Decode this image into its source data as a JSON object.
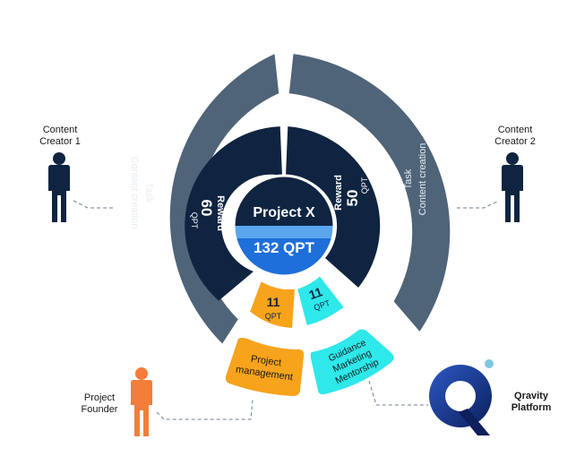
{
  "center": {
    "title": "Project X",
    "amount": "132 QPT"
  },
  "rewards": [
    {
      "label": "Reward",
      "amount": "60",
      "unit": "QPT"
    },
    {
      "label": "Reward",
      "amount": "50",
      "unit": "QPT"
    }
  ],
  "tasks": [
    {
      "label": "Task",
      "sub": "Content creation"
    },
    {
      "label": "Task",
      "sub": "Content creation"
    }
  ],
  "small_rewards": [
    {
      "amount": "11",
      "unit": "QPT"
    },
    {
      "amount": "11",
      "unit": "QPT"
    }
  ],
  "roles": {
    "project_management": [
      "Project",
      "management"
    ],
    "platform_services": [
      "Guidance",
      "Marketing",
      "Mentorship"
    ]
  },
  "actors": {
    "creator1": "Content\nCreator 1",
    "creator2": "Content\nCreator 2",
    "founder": "Project\nFounder",
    "platform": "Qravity\nPlatform"
  },
  "colors": {
    "navy": "#0f2440",
    "slate": "#4f6478",
    "orange": "#f7a31c",
    "cyan": "#2ee8ea",
    "founder": "#f47d3a",
    "logo": "#1e3a8a"
  }
}
